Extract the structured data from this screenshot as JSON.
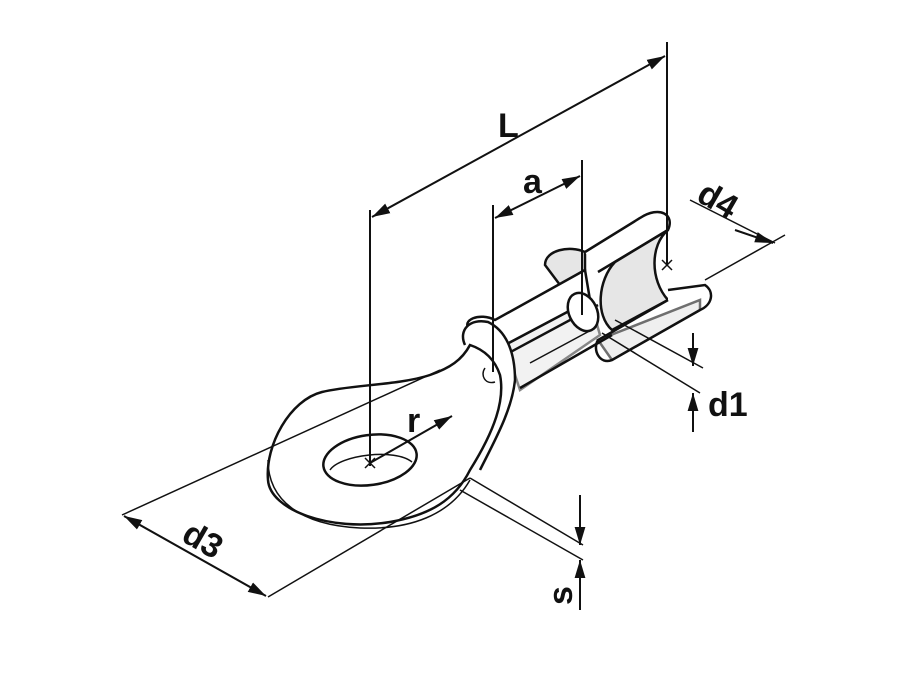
{
  "title": "Ring terminal dimension drawing",
  "labels": {
    "length": "L",
    "barrel_offset": "a",
    "insulation_diameter": "d4",
    "barrel_diameter": "d1",
    "radius": "r",
    "ring_diameter": "d3",
    "thickness": "s"
  },
  "colors": {
    "line": "#111111",
    "shade": "#e6e6e6",
    "background": "#ffffff"
  }
}
